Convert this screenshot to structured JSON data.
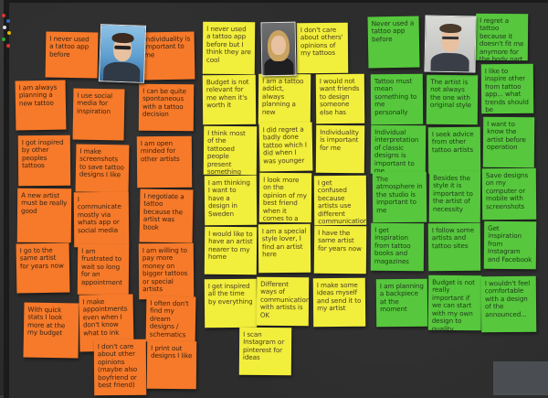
{
  "colors": {
    "orange": "#f67a2a",
    "yellow": "#f2ee3c",
    "green": "#57c83d",
    "board": "#2d2d2d"
  },
  "notes": {
    "orange": [
      "I never used a tattoo app before",
      "Individuality is important to me",
      "I am always planning a new tattoo",
      "I use social media for inspiration",
      "I can be quite spontaneous with a tattoo decision",
      "I got inspired by other peoples tattoos",
      "I make screenshots to save tattoo designs I like",
      "I am open minded for other artists",
      "A new artist must be really good",
      "I communicate mostly via whats app or social media",
      "I negotiate a tattoo because the artist was book",
      "I go to the same artist for years now",
      "I am frustrated to wait so long for an appointment",
      "I am willing to pay more money on bigger tattoos or special artists",
      "With quick stats I look more at the my budget",
      "I make appointments even when I don't know what to ink",
      "I often don't find my dream designs / schematics",
      "I don't care about other opinions (maybe also boyfriend or best friend)",
      "I print out designs I like"
    ],
    "yellow": [
      "I never used a tattoo app before but I think they are cool",
      "I don't care about others' opinions of my tattoos",
      "Budget is not relevant for me when it's worth it",
      "I am a tattoo addict, always planning a new",
      "I would not want friends to design someone else has",
      "I think most of the tattooed people present something",
      "I did regret a badly done tattoo which I did when I was younger",
      "Individuality is important for me",
      "I am thinking I want to have a design in Sweden",
      "I look more on the opinion of my best friend when it comes to a design",
      "I get confused because artists use different communication channels",
      "I would like to have an artist nearer to my home",
      "I am a special style lover, I find an artist here",
      "I have the same artist for years now",
      "I get inspired all the time by everything",
      "Different ways of communication with artists is OK",
      "I make some ideas myself and send it to my artist",
      "I scan Instagram or pinterest for ideas"
    ],
    "green": [
      "Never used a tattoo app before",
      "I regret a tattoo because it doesn't fit me anymore for the body part",
      "Tattoo must mean something to me personally",
      "The artist is not always the one with original style",
      "I like to inspire other from tattoo app... what trends should be",
      "Individual interpretation of classic designs is important to me",
      "I seek advice from other tattoo artists",
      "I want to know the artist before operation",
      "The atmosphere in the studio is important to me",
      "Besides the style it is important to the artist of necessity",
      "Save designs on my computer or mobile with screenshots",
      "I get inspiration from tattoo books and magazines",
      "I follow some artists and tattoo sites",
      "Get inspiration from Instagram and Facebook",
      "I am planning a backpiece at the moment",
      "Budget is not really important if we can start with my own design to quality",
      "I wouldn't feel comfortable with a design of the announced..."
    ]
  }
}
